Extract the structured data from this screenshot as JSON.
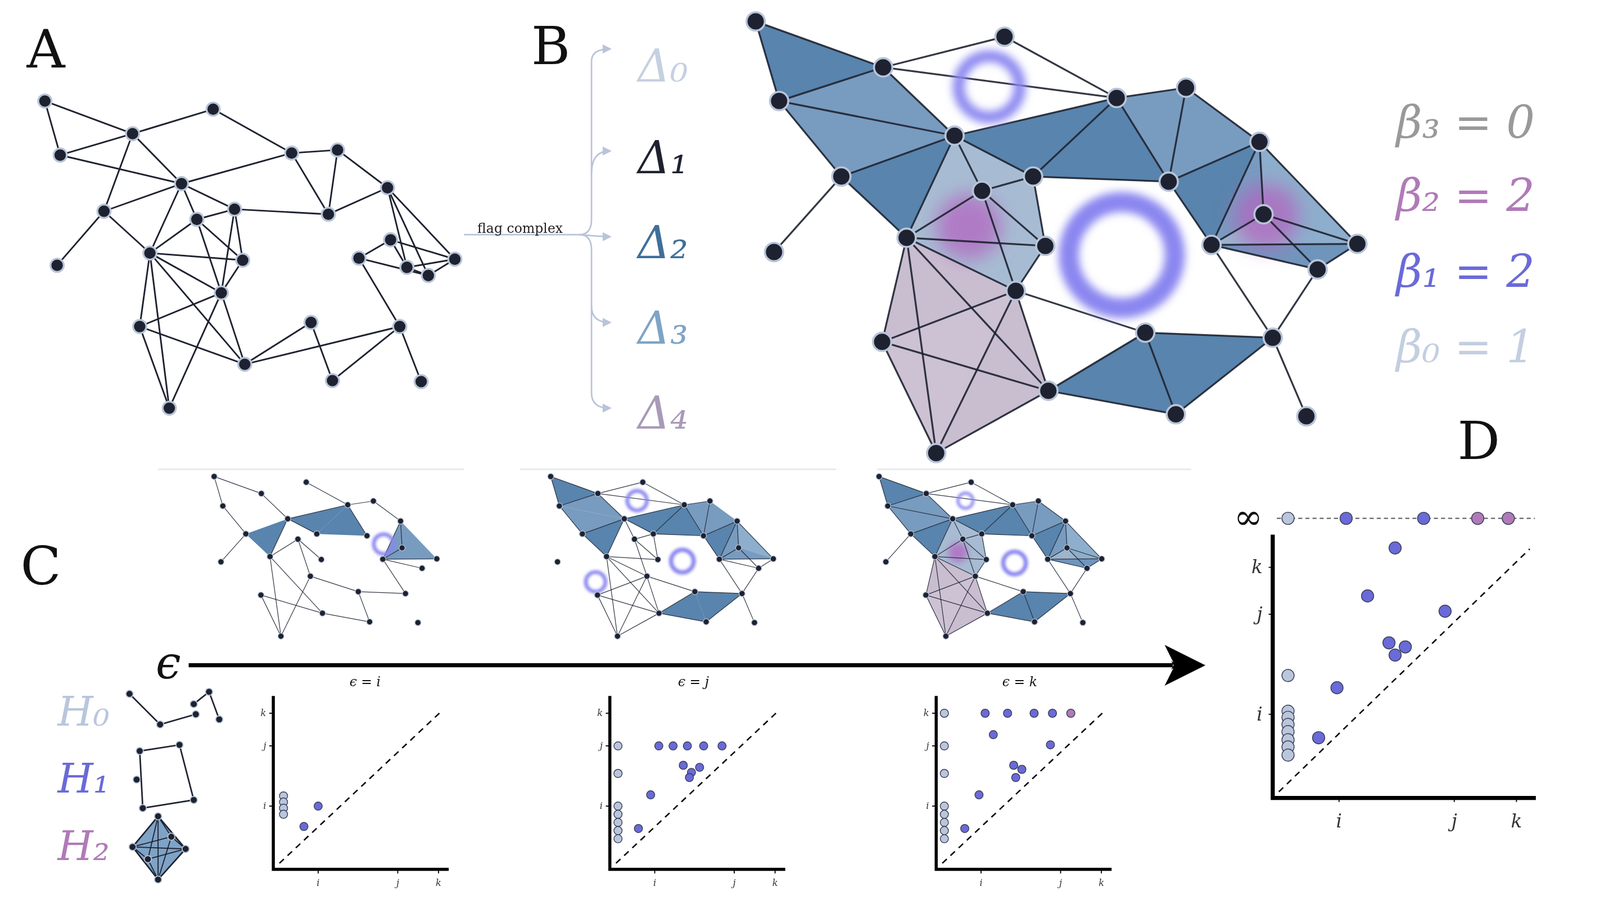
{
  "diagram": {
    "labels": [
      "A",
      "B",
      "C",
      "D",
      "flag complex",
      "Δ₀",
      "Δ₁",
      "Δ₂",
      "Δ₃",
      "Δ₄",
      "β₃ = 0",
      "β₂ = 2",
      "β₁ = 2",
      "β₀ = 1",
      "ϵ",
      "ϵ = i",
      "ϵ = j",
      "ϵ = k",
      "k",
      "j",
      "i",
      "i",
      "j",
      "k",
      "k",
      "j",
      "i",
      "i",
      "j",
      "k",
      "k",
      "j",
      "i",
      "i",
      "j",
      "k",
      "∞",
      "k",
      "j",
      "i",
      "i",
      "j",
      "k"
    ],
    "legend": [
      {
        "text": "H₀"
      },
      {
        "text": "H₁"
      },
      {
        "text": "H₂"
      }
    ]
  }
}
